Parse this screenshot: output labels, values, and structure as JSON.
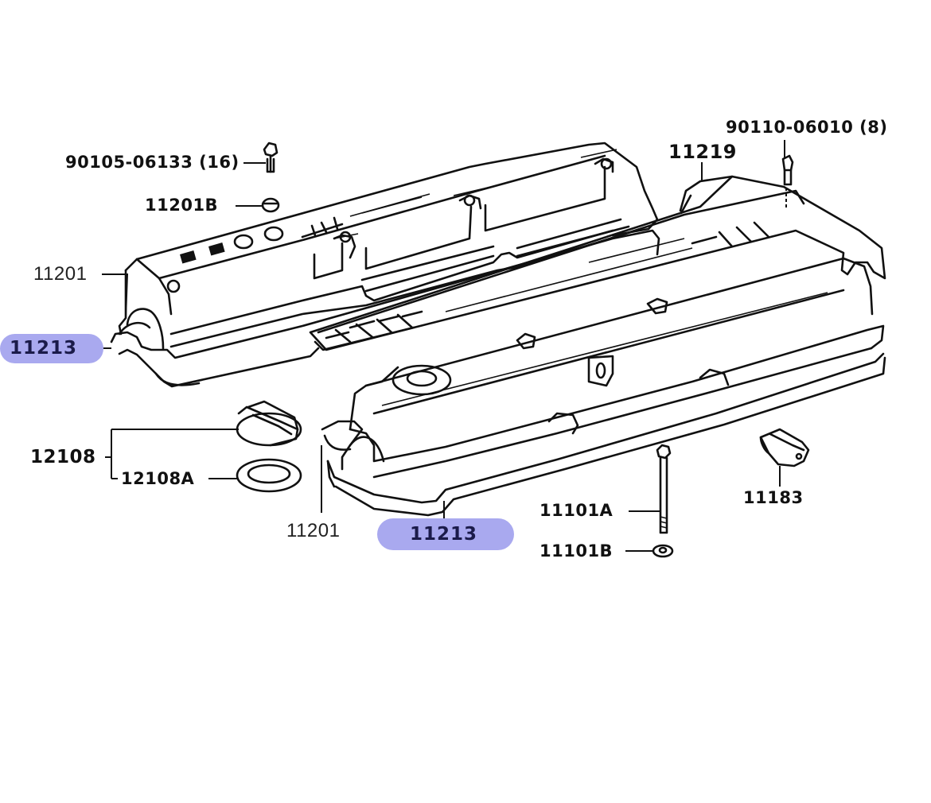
{
  "diagram": {
    "title": "Cylinder head cover parts diagram",
    "highlight_color": "#a9a9ef",
    "parts": [
      {
        "id": "bolt_cover",
        "label": "90105-06133 (16)",
        "description": "Cover bolt, qty 16"
      },
      {
        "id": "grommet",
        "label": "11201B",
        "description": "Cover grommet / seal washer"
      },
      {
        "id": "cover_no2_label",
        "label": "11201",
        "description": "Cylinder head cover (rear)"
      },
      {
        "id": "gasket_no2",
        "label": "11213",
        "description": "Head cover gasket (highlighted)"
      },
      {
        "id": "cover_plate",
        "label": "11219",
        "description": "Cover plate / spark plug cover"
      },
      {
        "id": "bolt_plate",
        "label": "90110-06010 (8)",
        "description": "Plate bolt, qty 8"
      },
      {
        "id": "oil_cap",
        "label": "12108",
        "description": "Oil filler cap assembly"
      },
      {
        "id": "oil_cap_gasket",
        "label": "12108A",
        "description": "Oil filler cap gasket"
      },
      {
        "id": "cover_no1_label",
        "label": "11201",
        "description": "Cylinder head cover (front)"
      },
      {
        "id": "gasket_no1",
        "label": "11213",
        "description": "Head cover gasket (highlighted)"
      },
      {
        "id": "stud_bolt",
        "label": "11101A",
        "description": "Stud bolt"
      },
      {
        "id": "washer",
        "label": "11101B",
        "description": "Washer"
      },
      {
        "id": "half_moon_plug",
        "label": "11183",
        "description": "Half-moon seal plug"
      }
    ]
  }
}
